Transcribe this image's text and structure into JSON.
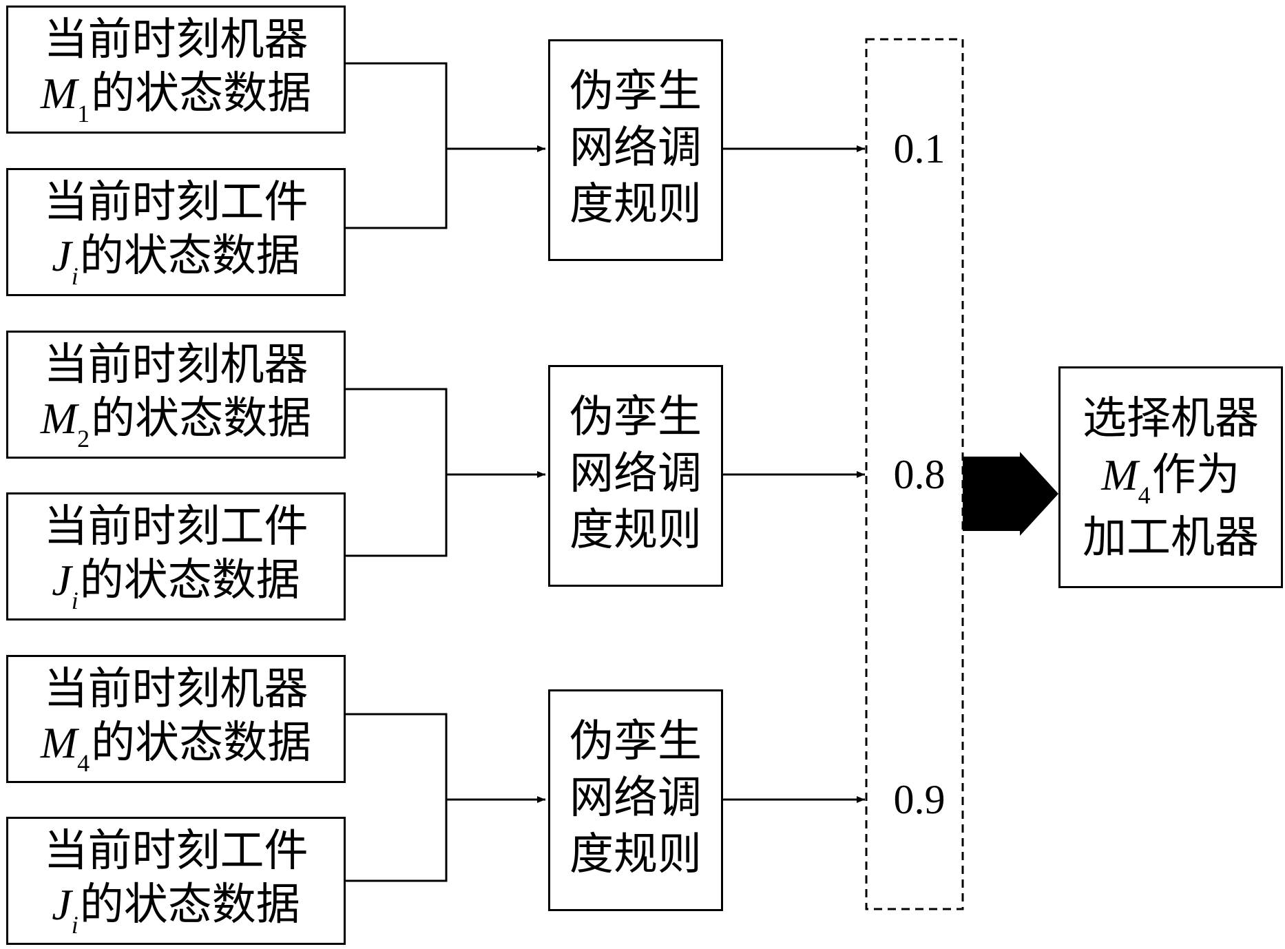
{
  "groups": [
    {
      "machine_line1": "当前时刻机器",
      "machine_symbol": "M",
      "machine_sub": "1",
      "machine_suffix": "的状态数据",
      "job_line1": "当前时刻工件",
      "job_symbol": "J",
      "job_sub": "i",
      "job_suffix": "的状态数据",
      "rule_lines": [
        "伪孪生",
        "网络调",
        "度规则"
      ],
      "score": "0.1"
    },
    {
      "machine_line1": "当前时刻机器",
      "machine_symbol": "M",
      "machine_sub": "2",
      "machine_suffix": "的状态数据",
      "job_line1": "当前时刻工件",
      "job_symbol": "J",
      "job_sub": "i",
      "job_suffix": "的状态数据",
      "rule_lines": [
        "伪孪生",
        "网络调",
        "度规则"
      ],
      "score": "0.8"
    },
    {
      "machine_line1": "当前时刻机器",
      "machine_symbol": "M",
      "machine_sub": "4",
      "machine_suffix": "的状态数据",
      "job_line1": "当前时刻工件",
      "job_symbol": "J",
      "job_sub": "i",
      "job_suffix": "的状态数据",
      "rule_lines": [
        "伪孪生",
        "网络调",
        "度规则"
      ],
      "score": "0.9"
    }
  ],
  "output": {
    "line1": "选择机器",
    "symbol": "M",
    "sub": "4",
    "line2_suffix": "作为",
    "line3": "加工机器"
  }
}
